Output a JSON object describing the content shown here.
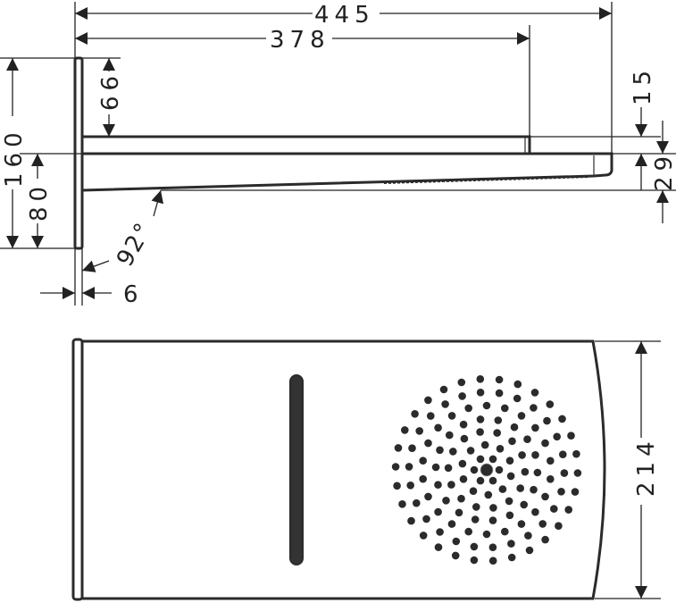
{
  "drawing": {
    "side_view": {
      "dimensions": {
        "overall_length": "445",
        "upper_body_length": "378",
        "top_offset": "66",
        "plate_height": "160",
        "plate_half_height": "80",
        "upper_thickness": "15",
        "lower_thickness": "29",
        "angle": "92°",
        "plate_thickness": "6"
      }
    },
    "top_view": {
      "dimensions": {
        "width": "214"
      }
    },
    "line_color": "#2b2b2b"
  }
}
